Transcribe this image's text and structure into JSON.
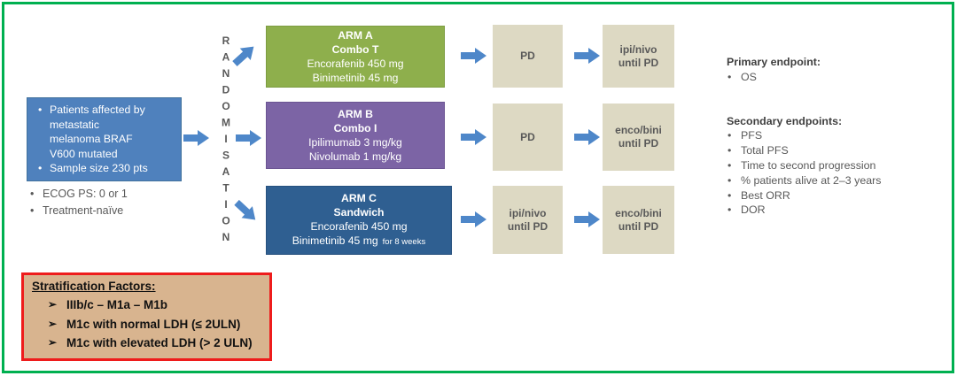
{
  "flow": {
    "population": {
      "bullets": [
        "Patients affected by\nmetastatic\nmelanoma BRAF\nV600 mutated",
        "Sample size 230 pts"
      ]
    },
    "eligibility": [
      "ECOG PS: 0 or 1",
      "Treatment-naïve"
    ],
    "randomisation": "RANDOMISATION",
    "arms": [
      {
        "name": "ARM A",
        "regimen": "Combo T",
        "drug1": "Encorafenib 450 mg",
        "drug2": "Binimetinib 45 mg",
        "stage1": "PD",
        "stage2": "ipi/nivo\nuntil PD"
      },
      {
        "name": "ARM B",
        "regimen": "Combo I",
        "drug1": "Ipilimumab 3 mg/kg",
        "drug2": "Nivolumab 1 mg/kg",
        "stage1": "PD",
        "stage2": "enco/bini\nuntil PD"
      },
      {
        "name": "ARM C",
        "regimen": "Sandwich",
        "drug1": "Encorafenib 450 mg",
        "drug2": "Binimetinib 45 mg",
        "drug2_note": "for 8 weeks",
        "stage1": "ipi/nivo\nuntil PD",
        "stage2": "enco/bini\nuntil PD"
      }
    ]
  },
  "endpoints": {
    "primary_title": "Primary endpoint:",
    "primary": [
      "OS"
    ],
    "secondary_title": "Secondary endpoints:",
    "secondary": [
      "PFS",
      "Total PFS",
      "Time to second progression",
      "% patients alive at 2–3 years",
      "Best ORR",
      "DOR"
    ]
  },
  "stratification": {
    "title": "Stratification Factors:",
    "items": [
      "IIIb/c – M1a – M1b",
      "M1c with normal LDH (≤ 2ULN)",
      "M1c with elevated LDH (> 2 ULN)"
    ]
  },
  "colors": {
    "frame_green": "#00b050",
    "population_blue": "#4f81bd",
    "arm_a_green": "#8eaf4c",
    "arm_b_purple": "#7c64a5",
    "arm_c_blue": "#2f5f91",
    "arrow_blue": "#4e87c9",
    "stage_beige": "#ddd9c3",
    "stratification_tan": "#d8b48f",
    "stratification_border_red": "#ee1c1c",
    "text_gray": "#595959"
  }
}
